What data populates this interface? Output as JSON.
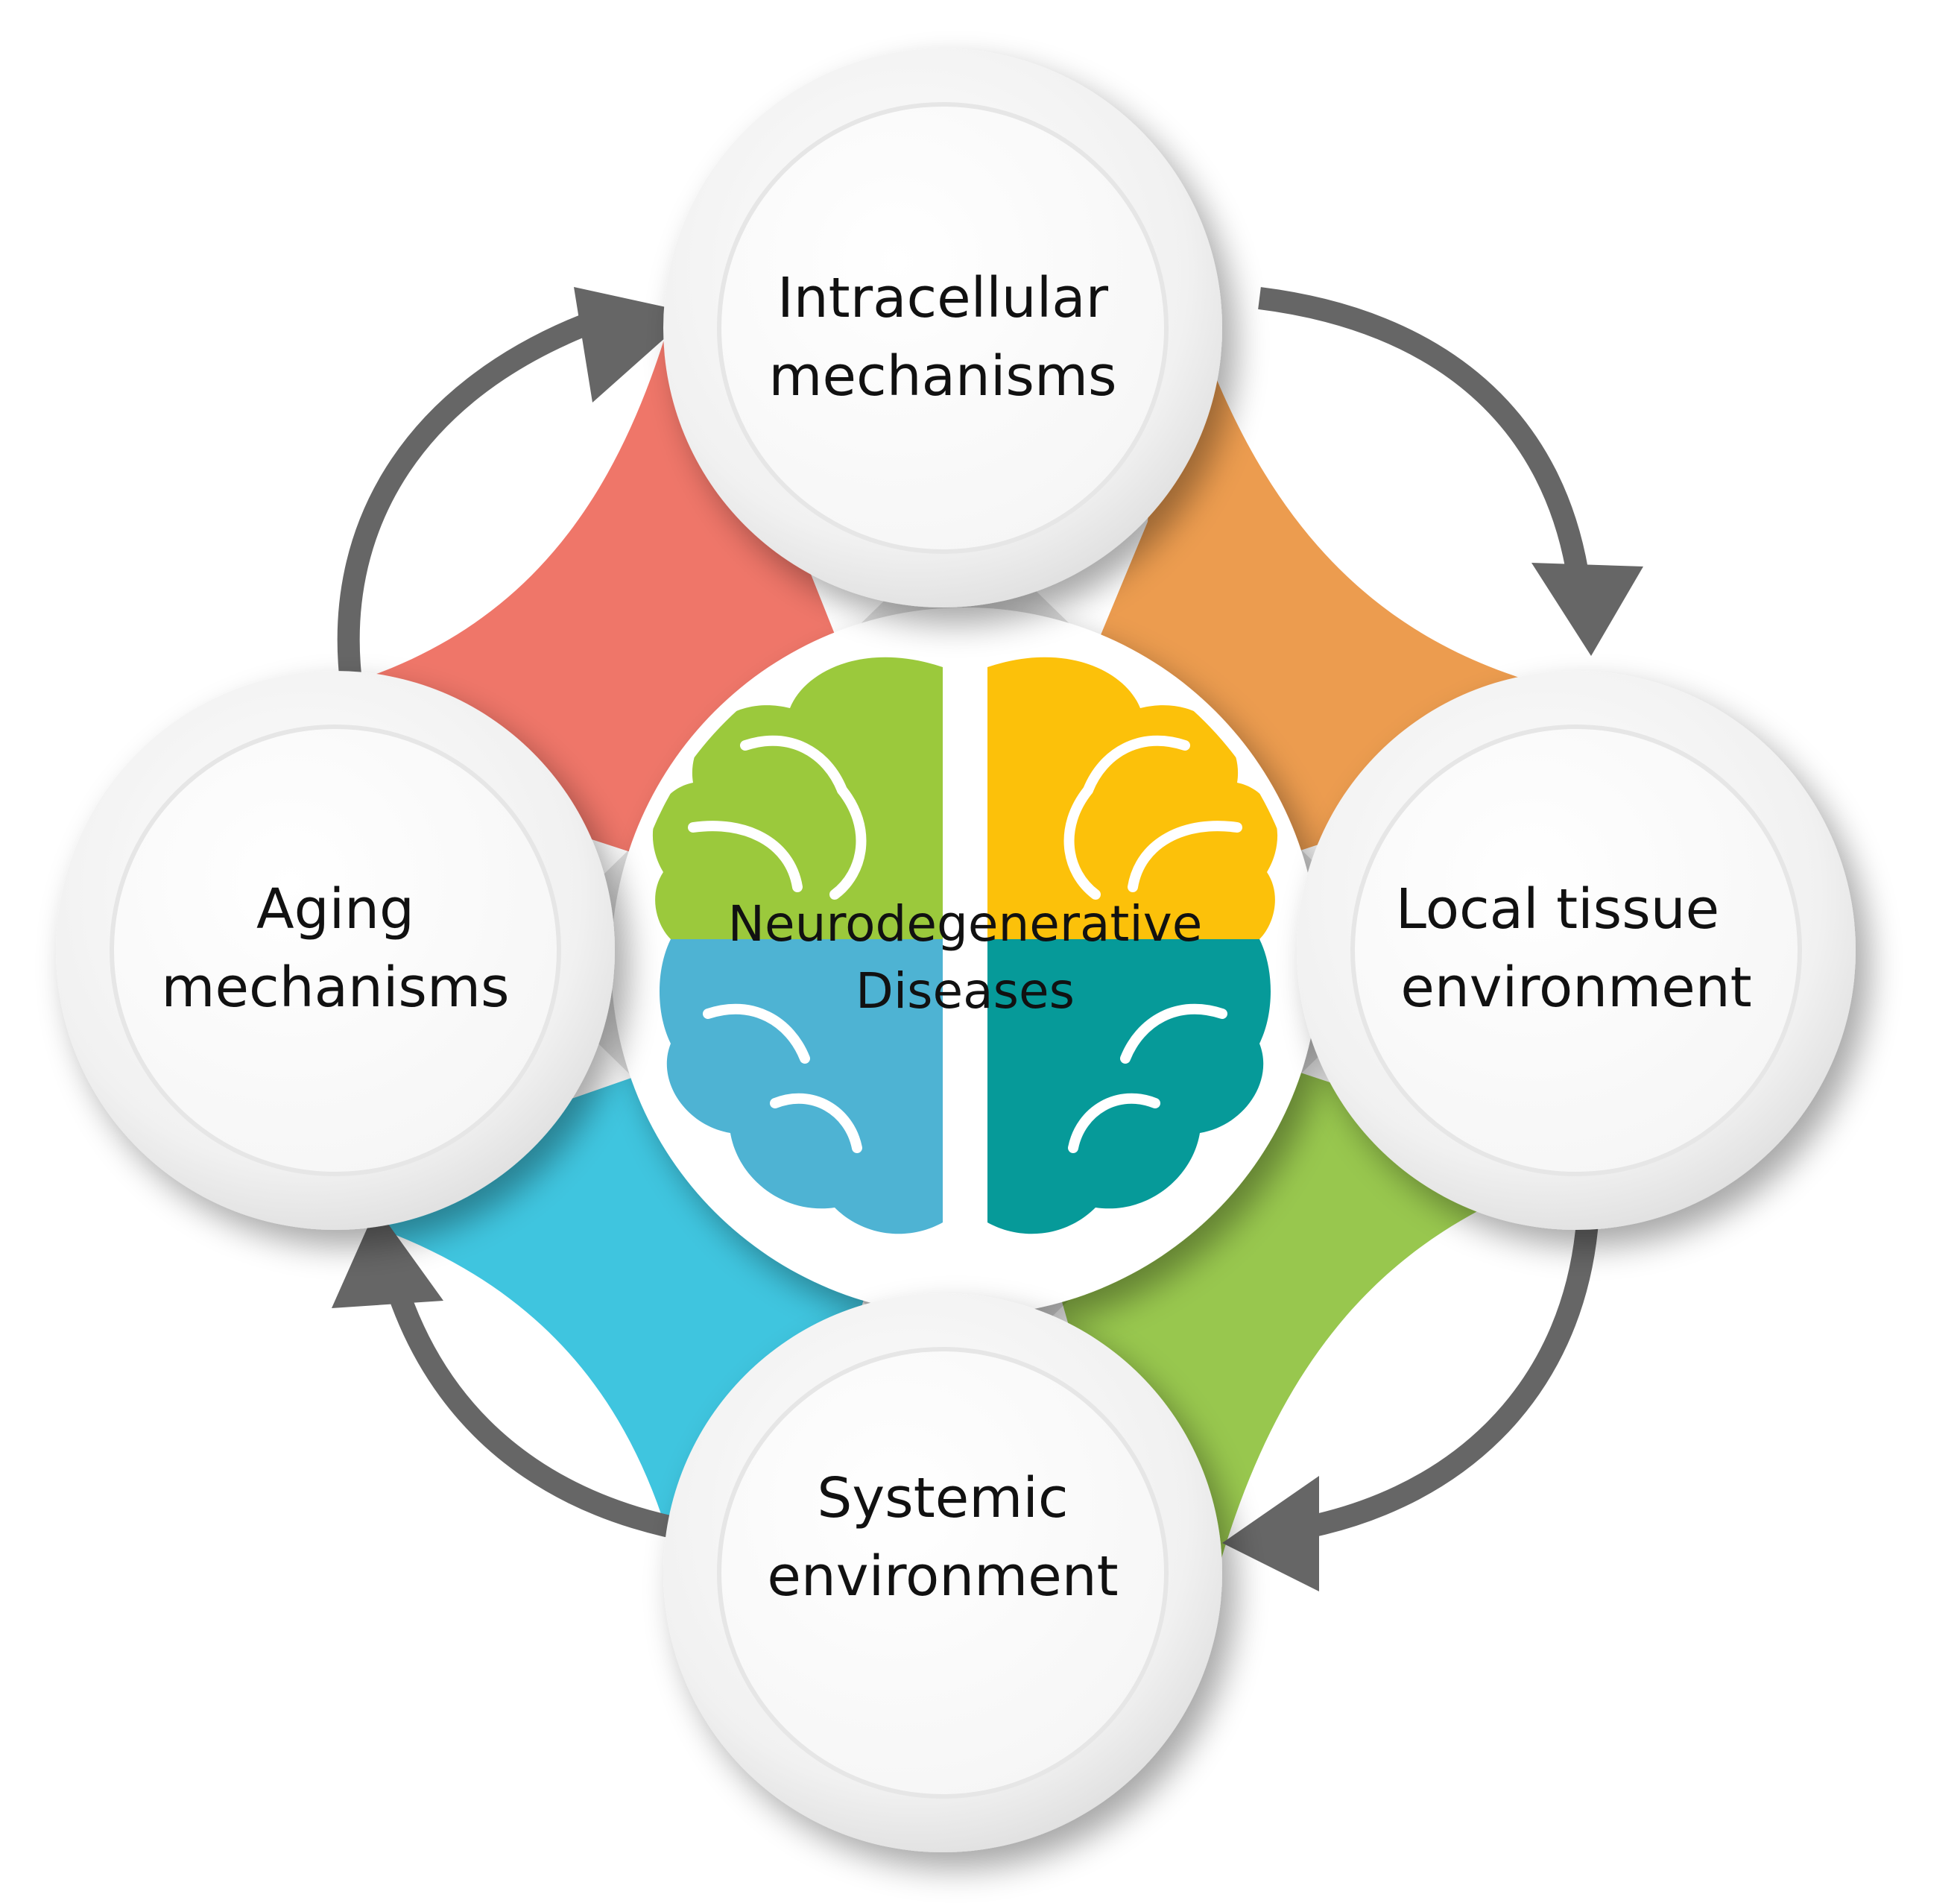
{
  "center": {
    "line1": "Neurodegenerative",
    "line2": "Diseases"
  },
  "nodes": {
    "top": {
      "line1": "Intracellular",
      "line2": "mechanisms"
    },
    "right": {
      "line1": "Local tissue",
      "line2": "environment"
    },
    "bottom": {
      "line1": "Systemic",
      "line2": "environment"
    },
    "left": {
      "line1": "Aging",
      "line2": "mechanisms"
    }
  },
  "colors": {
    "red": "#ee6a5c",
    "orange": "#ea9440",
    "green": "#8fc23f",
    "cyan": "#2fc0dc",
    "brain_green": "#9bc93c",
    "brain_yellow": "#fcc10a",
    "brain_blue": "#4eb3d3",
    "brain_teal": "#069a99",
    "arrow": "#666666",
    "ring": "#eeeeee"
  }
}
